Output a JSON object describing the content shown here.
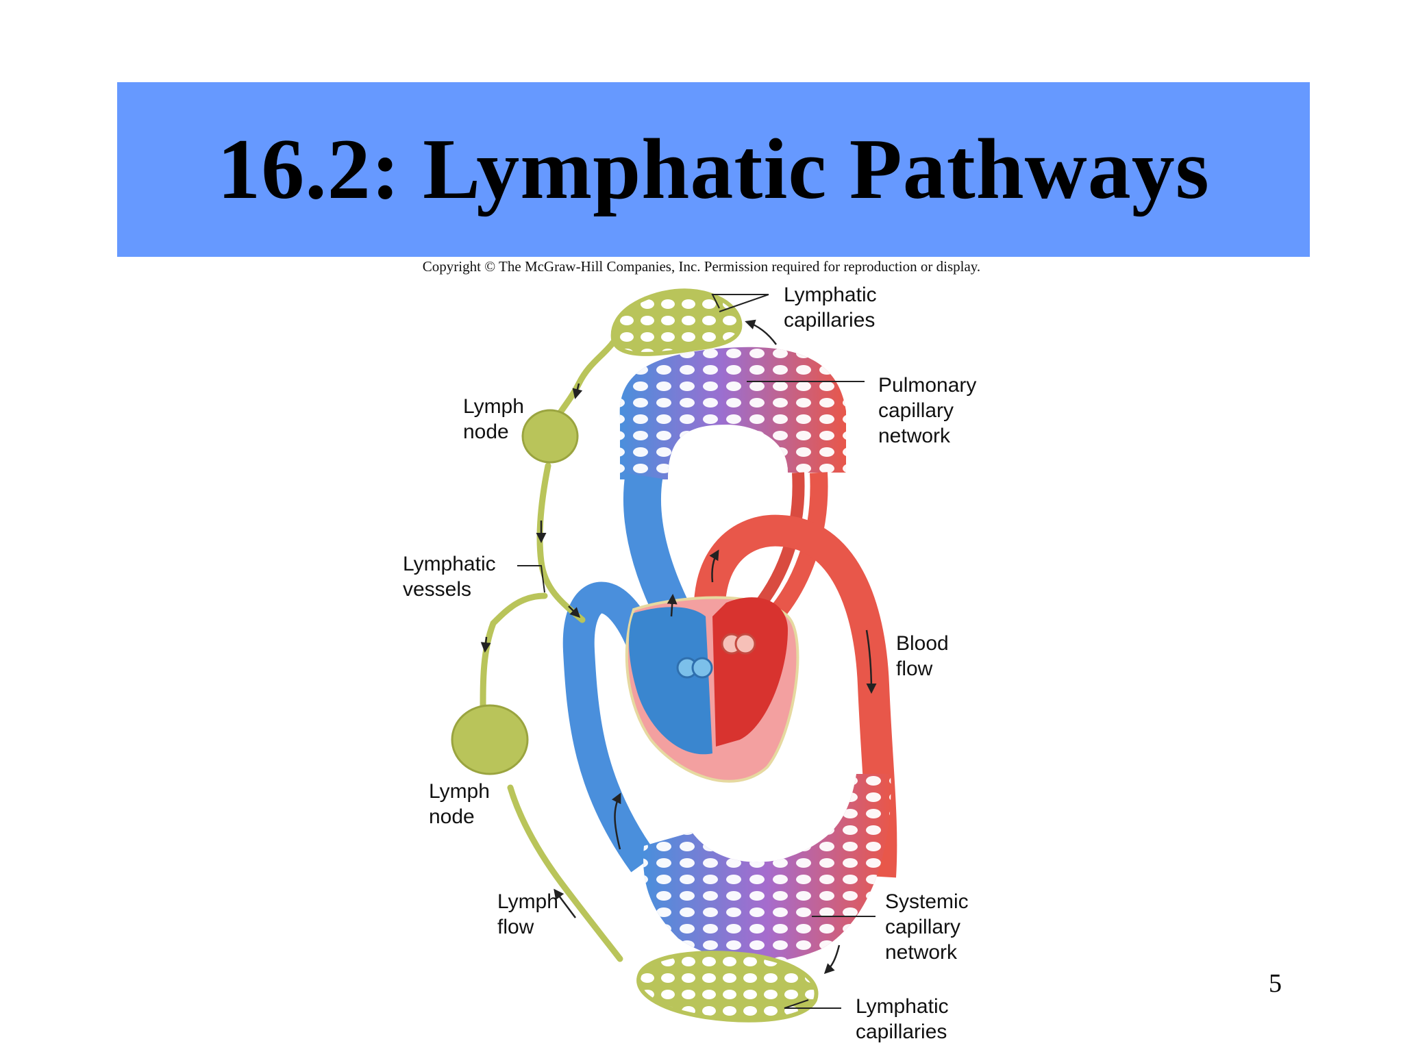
{
  "slide": {
    "title": "16.2: Lymphatic Pathways",
    "copyright": "Copyright © The McGraw-Hill Companies, Inc. Permission required for reproduction or display.",
    "page_number": "5"
  },
  "labels": {
    "lymphatic_capillaries_top": [
      "Lymphatic",
      "capillaries"
    ],
    "pulmonary_capillary_network": [
      "Pulmonary",
      "capillary",
      "network"
    ],
    "lymph_node_upper": [
      "Lymph",
      "node"
    ],
    "lymphatic_vessels": [
      "Lymphatic",
      "vessels"
    ],
    "blood_flow": [
      "Blood",
      "flow"
    ],
    "lymph_node_lower": [
      "Lymph",
      "node"
    ],
    "lymph_flow": [
      "Lymph",
      "flow"
    ],
    "systemic_capillary_network": [
      "Systemic",
      "capillary",
      "network"
    ],
    "lymphatic_capillaries_bottom": [
      "Lymphatic",
      "capillaries"
    ]
  },
  "colors": {
    "title_bar": "#6699ff",
    "lymph": "#b9c45a",
    "oxygen_poor_blood": "#3f8fd6",
    "oxygen_rich_blood": "#e8574a",
    "transition": "#9b6fd0"
  }
}
